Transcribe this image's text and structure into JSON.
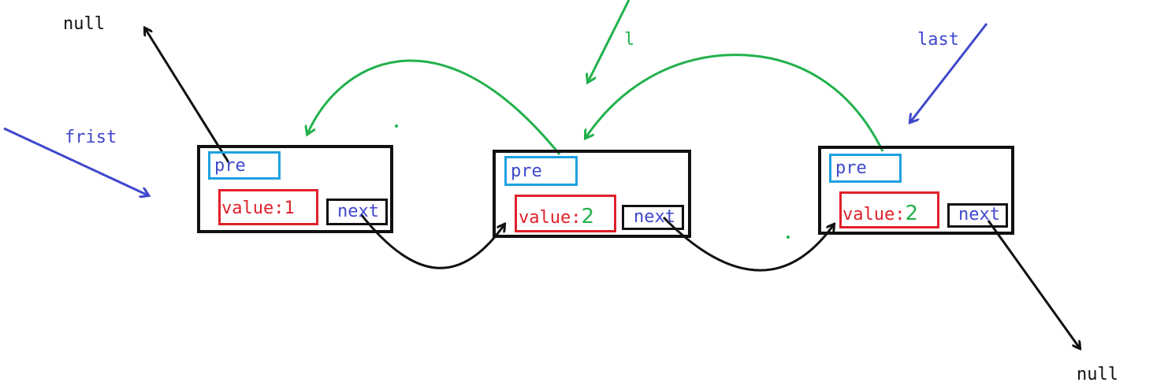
{
  "colors": {
    "node_border": "#111111",
    "pre_border": "#1ea1e0",
    "value_border": "#e0202a",
    "pointer_blue": "#3f48cc",
    "pointer_green": "#22b14c"
  },
  "labels": {
    "null_top": "null",
    "null_bottom": "null",
    "first": "frist",
    "last": "last",
    "l": "l"
  },
  "nodes": [
    {
      "pre": "pre",
      "value_label": "value:",
      "value": "1",
      "next": "next"
    },
    {
      "pre": "pre",
      "value_label": "value:",
      "value": "2",
      "next": "next"
    },
    {
      "pre": "pre",
      "value_label": "value:",
      "value": "2",
      "next": "next"
    }
  ]
}
